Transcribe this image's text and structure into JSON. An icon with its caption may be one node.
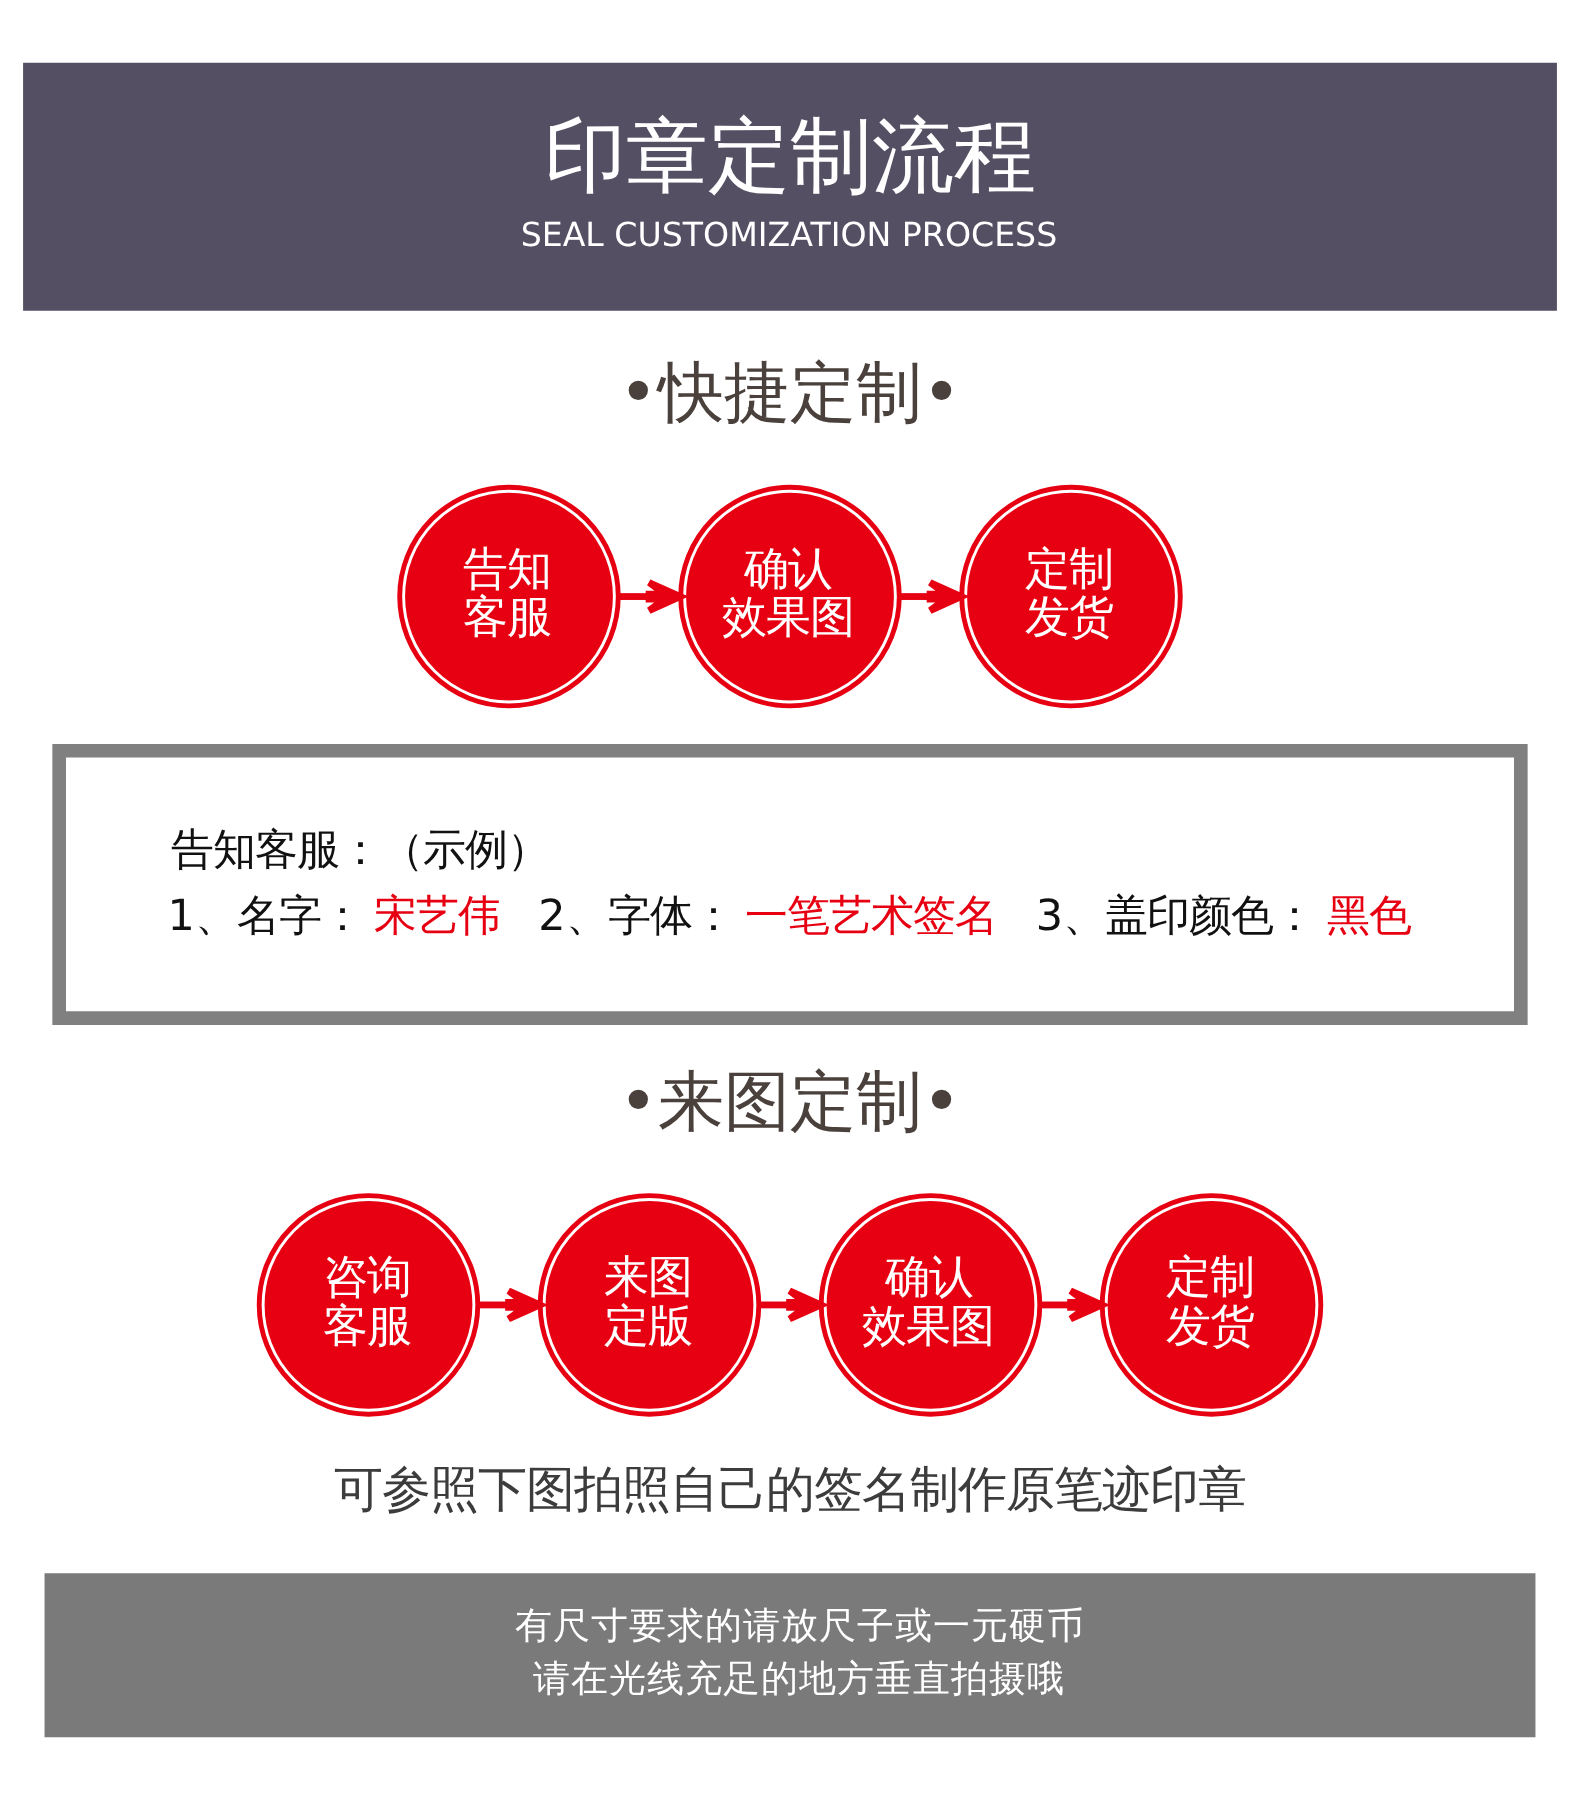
{
  "diagram": {
    "nodes": [
      {
        "text": [
          "印章定制流程",
          "SEAL CUSTOMIZATION PROCESS"
        ]
      },
      {
        "text": [
          "告知客服"
        ]
      },
      {
        "text": [
          "确认效果图"
        ]
      },
      {
        "text": [
          "定制发货"
        ]
      },
      {
        "text": [
          "告知客服：（示例）",
          "1、名字：",
          "宋艺伟",
          "2、字体：",
          "一笔艺术签名",
          "3、盖印颜色：",
          "黑色"
        ]
      },
      {
        "text": [
          "咨询客服"
        ]
      },
      {
        "text": [
          "来图定版"
        ]
      },
      {
        "text": [
          "确认效果图"
        ]
      },
      {
        "text": [
          "定制发货"
        ]
      },
      {
        "text": [
          "有尺寸要求的请放尺子或一元硬币",
          "请在光线充足的地方垂直拍摄哦"
        ]
      }
    ],
    "edges": [
      {
        "from": 1,
        "to": 2,
        "arrow": "to"
      },
      {
        "from": 2,
        "to": 3,
        "arrow": "to"
      },
      {
        "from": 5,
        "to": 6,
        "arrow": "to"
      },
      {
        "from": 6,
        "to": 7,
        "arrow": "to"
      },
      {
        "from": 7,
        "to": 8,
        "arrow": "to"
      }
    ],
    "labels": [
      "•快捷定制•",
      "•来图定制•",
      "可参照下图拍照自己的签名制作原笔迹印章"
    ]
  }
}
